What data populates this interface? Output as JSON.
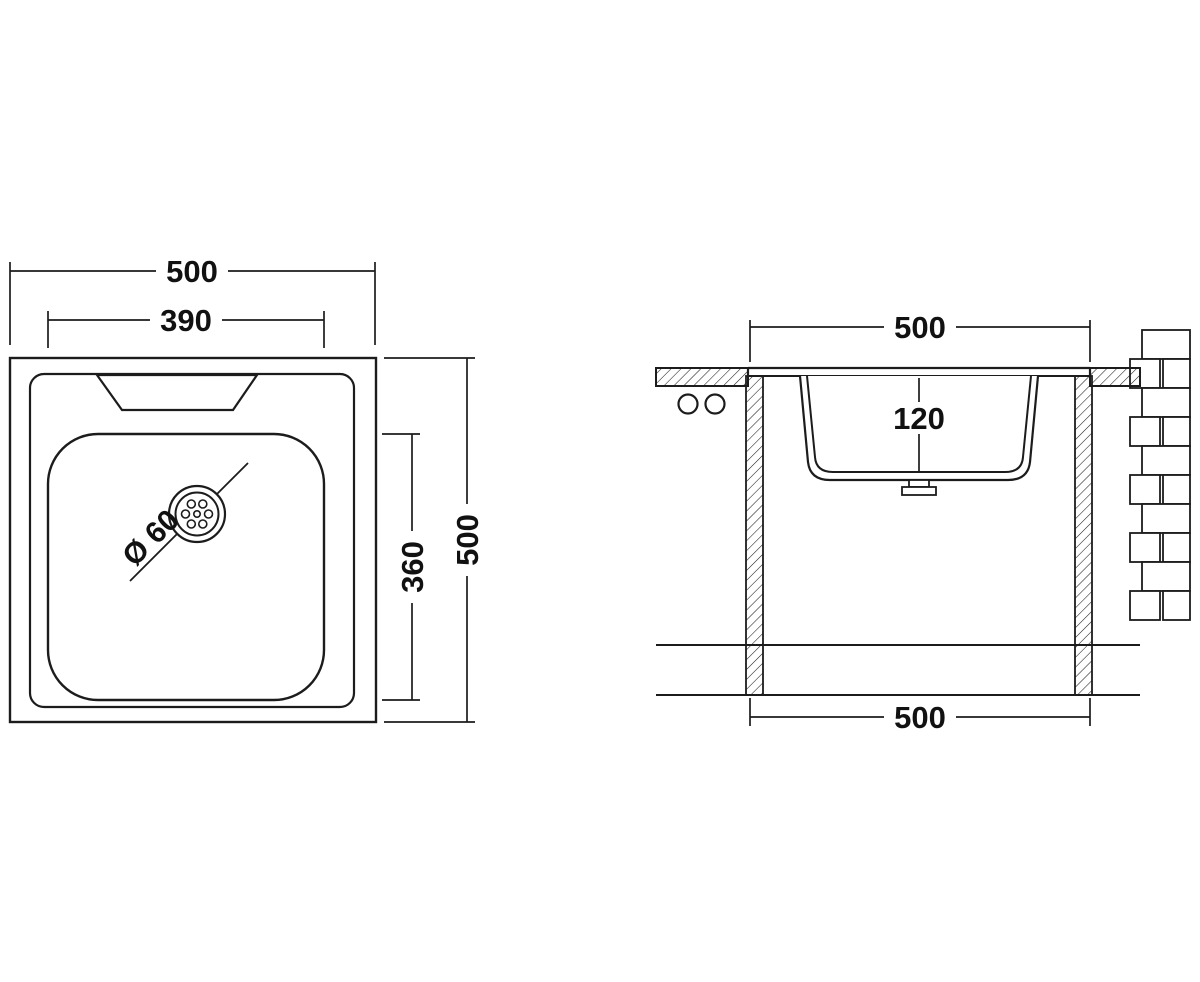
{
  "colors": {
    "line": "#1c1c1c",
    "background": "#ffffff"
  },
  "top_view": {
    "outer_width": "500",
    "basin_width": "390",
    "outer_height": "500",
    "basin_height": "360",
    "drain_diameter": "Ø 60"
  },
  "section_view": {
    "top_width": "500",
    "basin_depth": "120",
    "bottom_width": "500"
  }
}
